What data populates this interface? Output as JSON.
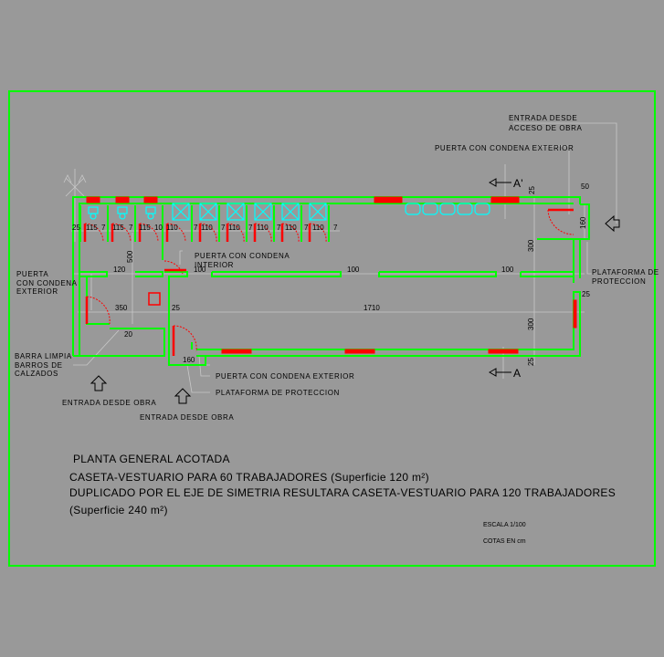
{
  "labels": {
    "entrada_acceso": [
      "ENTRADA DESDE",
      "ACCESO DE OBRA"
    ],
    "puerta_ext_top": "PUERTA CON CONDENA EXTERIOR",
    "puerta_int": [
      "PUERTA CON CONDENA",
      "INTERIOR"
    ],
    "puerta_ext_left": [
      "PUERTA",
      "CON CONDENA",
      "EXTERIOR"
    ],
    "plataforma_right": [
      "PLATAFORMA DE",
      "PROTECCION"
    ],
    "barra": [
      "BARRA LIMPIA",
      "BARROS DE",
      "CALZADOS"
    ],
    "entrada_obra_1": "ENTRADA DESDE OBRA",
    "entrada_obra_2": "ENTRADA DESDE OBRA",
    "puerta_ext_bottom": "PUERTA CON CONDENA EXTERIOR",
    "plataforma_bottom": "PLATAFORMA DE PROTECCION",
    "section_top": "A'",
    "section_bottom": "A"
  },
  "dimensions": {
    "d25a": "25",
    "c1": "115",
    "c2": "115",
    "c3": "115",
    "c4": "110",
    "c5": "110",
    "c6": "110",
    "c7": "110",
    "c8": "110",
    "c9": "110",
    "g1": "7",
    "g2": "7",
    "g3": "10",
    "g4": "7",
    "g5": "7",
    "g6": "7",
    "g7": "7",
    "g8": "7",
    "g9": "7",
    "v500": "500",
    "w120": "120",
    "w100a": "100",
    "w100b": "100",
    "w100c": "100",
    "w350": "350",
    "d25b": "25",
    "w1710": "1710",
    "d20": "20",
    "w160b": "160",
    "d25top": "25",
    "w50": "50",
    "v160": "160",
    "v300": "300",
    "v25r": "25",
    "v300b": "300",
    "d25bot": "25"
  },
  "notes": {
    "title": "PLANTA GENERAL ACOTADA",
    "line1": "CASETA-VESTUARIO PARA 60 TRABAJADORES (Superficie 120 m²)",
    "line2": "DUPLICADO POR EL EJE DE SIMETRIA RESULTARA CASETA-VESTUARIO PARA 120 TRABAJADORES",
    "line3": "(Superficie 240 m²)",
    "escala": "ESCALA 1/100",
    "cotas": "COTAS EN cm"
  },
  "colors": {
    "background": "#999999",
    "walls": "#00ff00",
    "openings": "#ff0000",
    "fixtures": "#00ffff"
  }
}
